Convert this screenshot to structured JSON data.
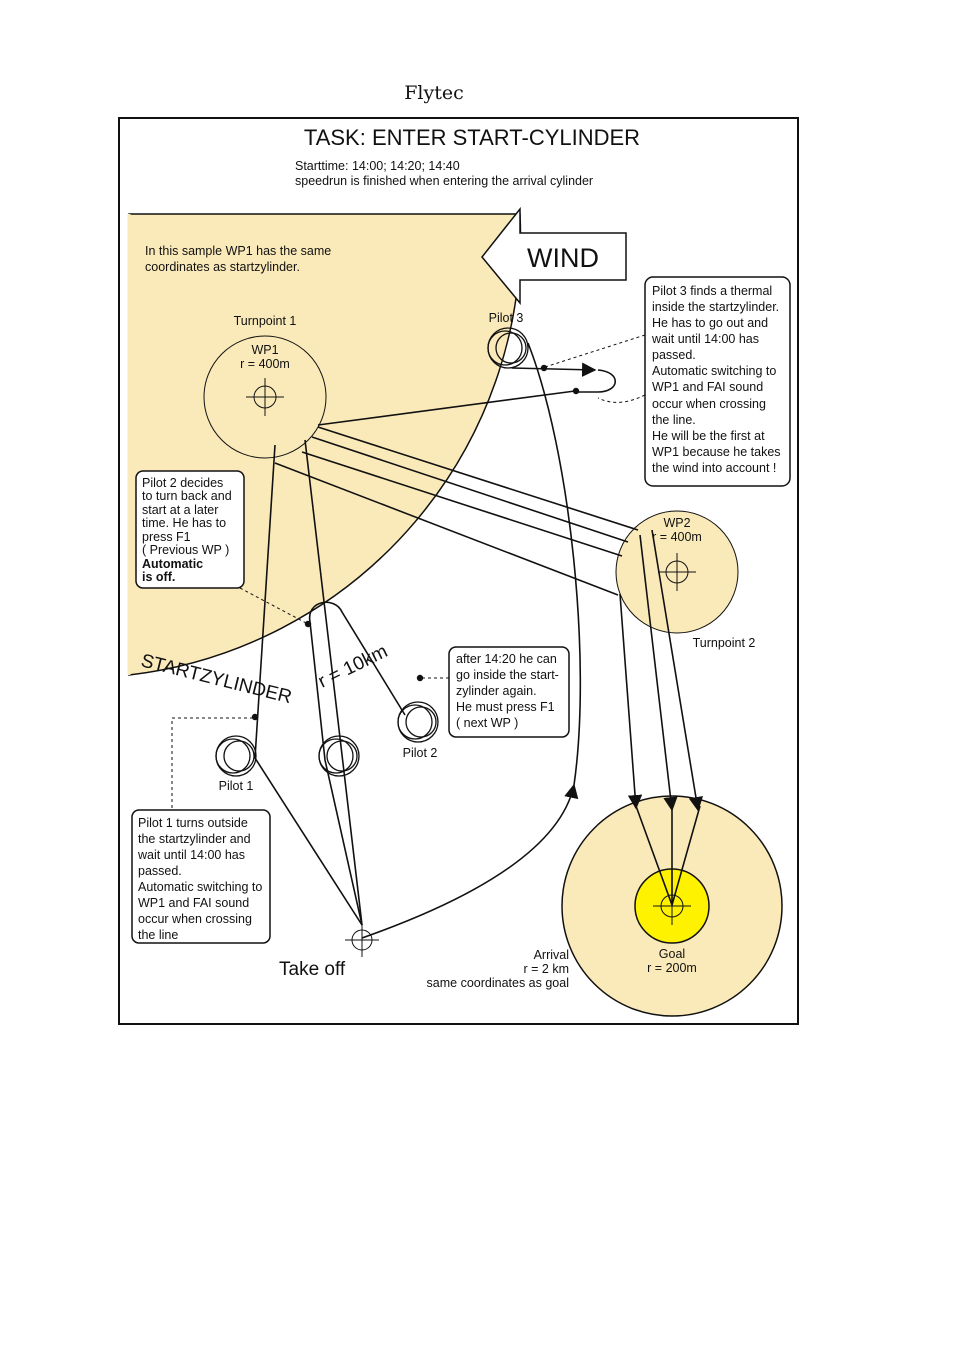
{
  "header": {
    "brand": "Flytec"
  },
  "title": "TASK: ENTER START-CYLINDER",
  "info_lines": [
    "Starttime: 14:00; 14:20; 14:40",
    "speedrun is finished when entering the arrival cylinder"
  ],
  "sample_note": [
    "In this sample WP1 has the same",
    "coordinates as startzylinder."
  ],
  "wind_label": "WIND",
  "turnpoint1": {
    "label": "Turnpoint 1",
    "name": "WP1",
    "radius": "r = 400m"
  },
  "turnpoint2": {
    "label": "Turnpoint 2",
    "name": "WP2",
    "radius": "r = 400m"
  },
  "start_cylinder_label": "STARTZYLINDER",
  "start_cylinder_radius": "r = 10km",
  "pilot1": {
    "label": "Pilot 1"
  },
  "pilot2": {
    "label": "Pilot 2"
  },
  "pilot3": {
    "label": "Pilot 3"
  },
  "note_pilot3": [
    "Pilot 3 finds a thermal",
    "inside the startzylinder.",
    "He has to go out and",
    "wait until 14:00 has",
    "passed.",
    "Automatic switching to",
    "WP1 and FAI sound",
    "occur when crossing",
    "the line.",
    "He will be the first at",
    "WP1 because he takes",
    "the wind into account !"
  ],
  "note_pilot2_left": [
    "Pilot 2 decides",
    "to turn back and",
    "start at a later",
    "time. He has to",
    "press F1",
    "( Previous WP )",
    "Automatic",
    " is off."
  ],
  "note_pilot2_right": [
    "after 14:20 he can",
    "go inside the start-",
    "zylinder again.",
    "He must press F1",
    "( next WP )"
  ],
  "note_pilot1": [
    "Pilot 1 turns outside",
    "the startzylinder and",
    "wait until 14:00 has",
    "passed.",
    "Automatic switching to",
    "WP1 and FAI sound",
    "occur when crossing",
    "the line"
  ],
  "takeoff_label": "Take off",
  "arrival": {
    "label": "Arrival",
    "radius": "r = 2 km",
    "note": "same coordinates as goal"
  },
  "goal": {
    "label": "Goal",
    "radius": "r = 200m"
  },
  "colors": {
    "cylinder_fill": "#fbeab9",
    "goal_fill": "#fff200",
    "line": "#111111"
  }
}
